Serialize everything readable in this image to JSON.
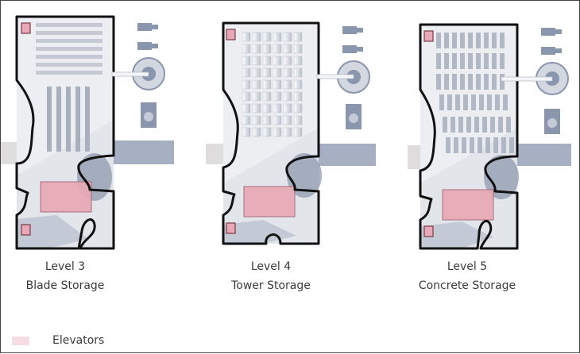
{
  "levels": [
    {
      "level_label": "Level 3",
      "storage_label": "Blade Storage"
    },
    {
      "level_label": "Level 4",
      "storage_label": "Tower Storage"
    },
    {
      "level_label": "Level 5",
      "storage_label": "Concrete Storage"
    }
  ],
  "legend": {
    "label": "Elevators",
    "color": "#f6dde3"
  },
  "colors": {
    "outline": "#111111",
    "floor": "#e9e9eb",
    "shadow": "#8f9aae",
    "elevator": "#e8a9b6",
    "equipment": "#8a96ad"
  }
}
